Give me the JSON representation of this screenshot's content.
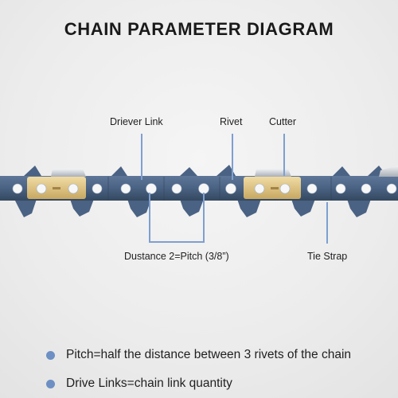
{
  "title": "CHAIN PARAMETER DIAGRAM",
  "callouts": {
    "driver_link": "Driever Link",
    "rivet": "Rivet",
    "cutter": "Cutter",
    "distance": "Dustance 2=Pitch (3/8”)",
    "tie_strap": "Tie Strap"
  },
  "notes": [
    "Pitch=half the distance between 3 rivets of the chain",
    "Drive Links=chain link quantity"
  ],
  "colors": {
    "chain_body": "#4a6283",
    "chain_dark": "#34485f",
    "cutter_gold": "#d9bf7c",
    "cutter_silver": "#cfd3d8",
    "rivet_white": "#f7f7f7",
    "callout_line": "#7e9fd0",
    "bullet": "#6d8fc4"
  }
}
